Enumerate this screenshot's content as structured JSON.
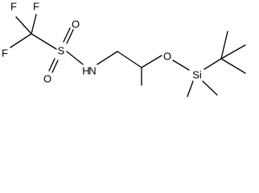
{
  "molecule": {
    "atoms": {
      "fluorine_top_left": "F",
      "fluorine_top_right": "F",
      "fluorine_left": "F",
      "sulfur": "S",
      "oxygen_sulfonyl_top": "O",
      "oxygen_sulfonyl_bottom": "O",
      "nitrogen": "N",
      "hydrogen_on_nitrogen": "H",
      "oxygen_ether": "O",
      "silicon": "Si"
    }
  },
  "style": {
    "background": "#ffffff",
    "ink": "#000000"
  }
}
